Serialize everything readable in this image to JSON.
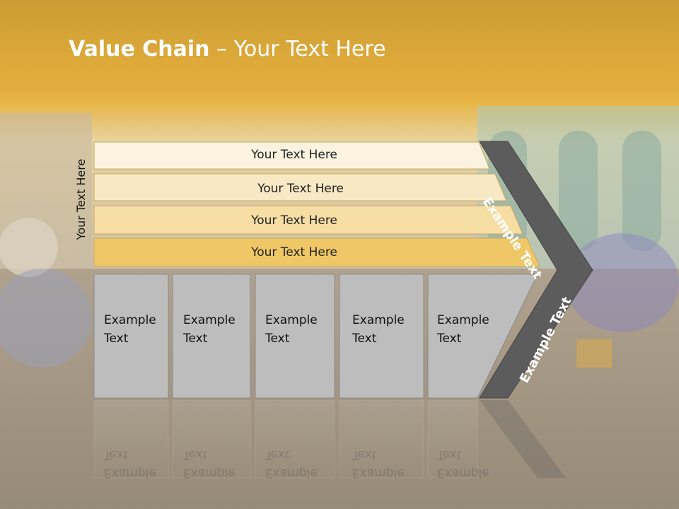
{
  "slide": {
    "title_bold": "Value Chain",
    "title_rest": " – Your Text Here",
    "vertical_label": "Your Text Here",
    "bands": [
      {
        "label": "Your Text Here",
        "color": "#fbf3df"
      },
      {
        "label": "Your Text Here",
        "color": "#f8e8c3"
      },
      {
        "label": "Your Text Here",
        "color": "#f6dda4"
      },
      {
        "label": "Your Text Here",
        "color": "#efc766"
      }
    ],
    "columns": [
      {
        "line1": "Example",
        "line2": "Text"
      },
      {
        "line1": "Example",
        "line2": "Text"
      },
      {
        "line1": "Example",
        "line2": "Text"
      },
      {
        "line1": "Example",
        "line2": "Text"
      },
      {
        "line1": "Example",
        "line2": "Text"
      }
    ],
    "chevron_top_text": "Example Text",
    "chevron_bottom_text": "Example Text",
    "colors": {
      "header": "#e2b03c",
      "column_fill": "#bdbdbd",
      "chevron": "#5c5c5c"
    }
  }
}
